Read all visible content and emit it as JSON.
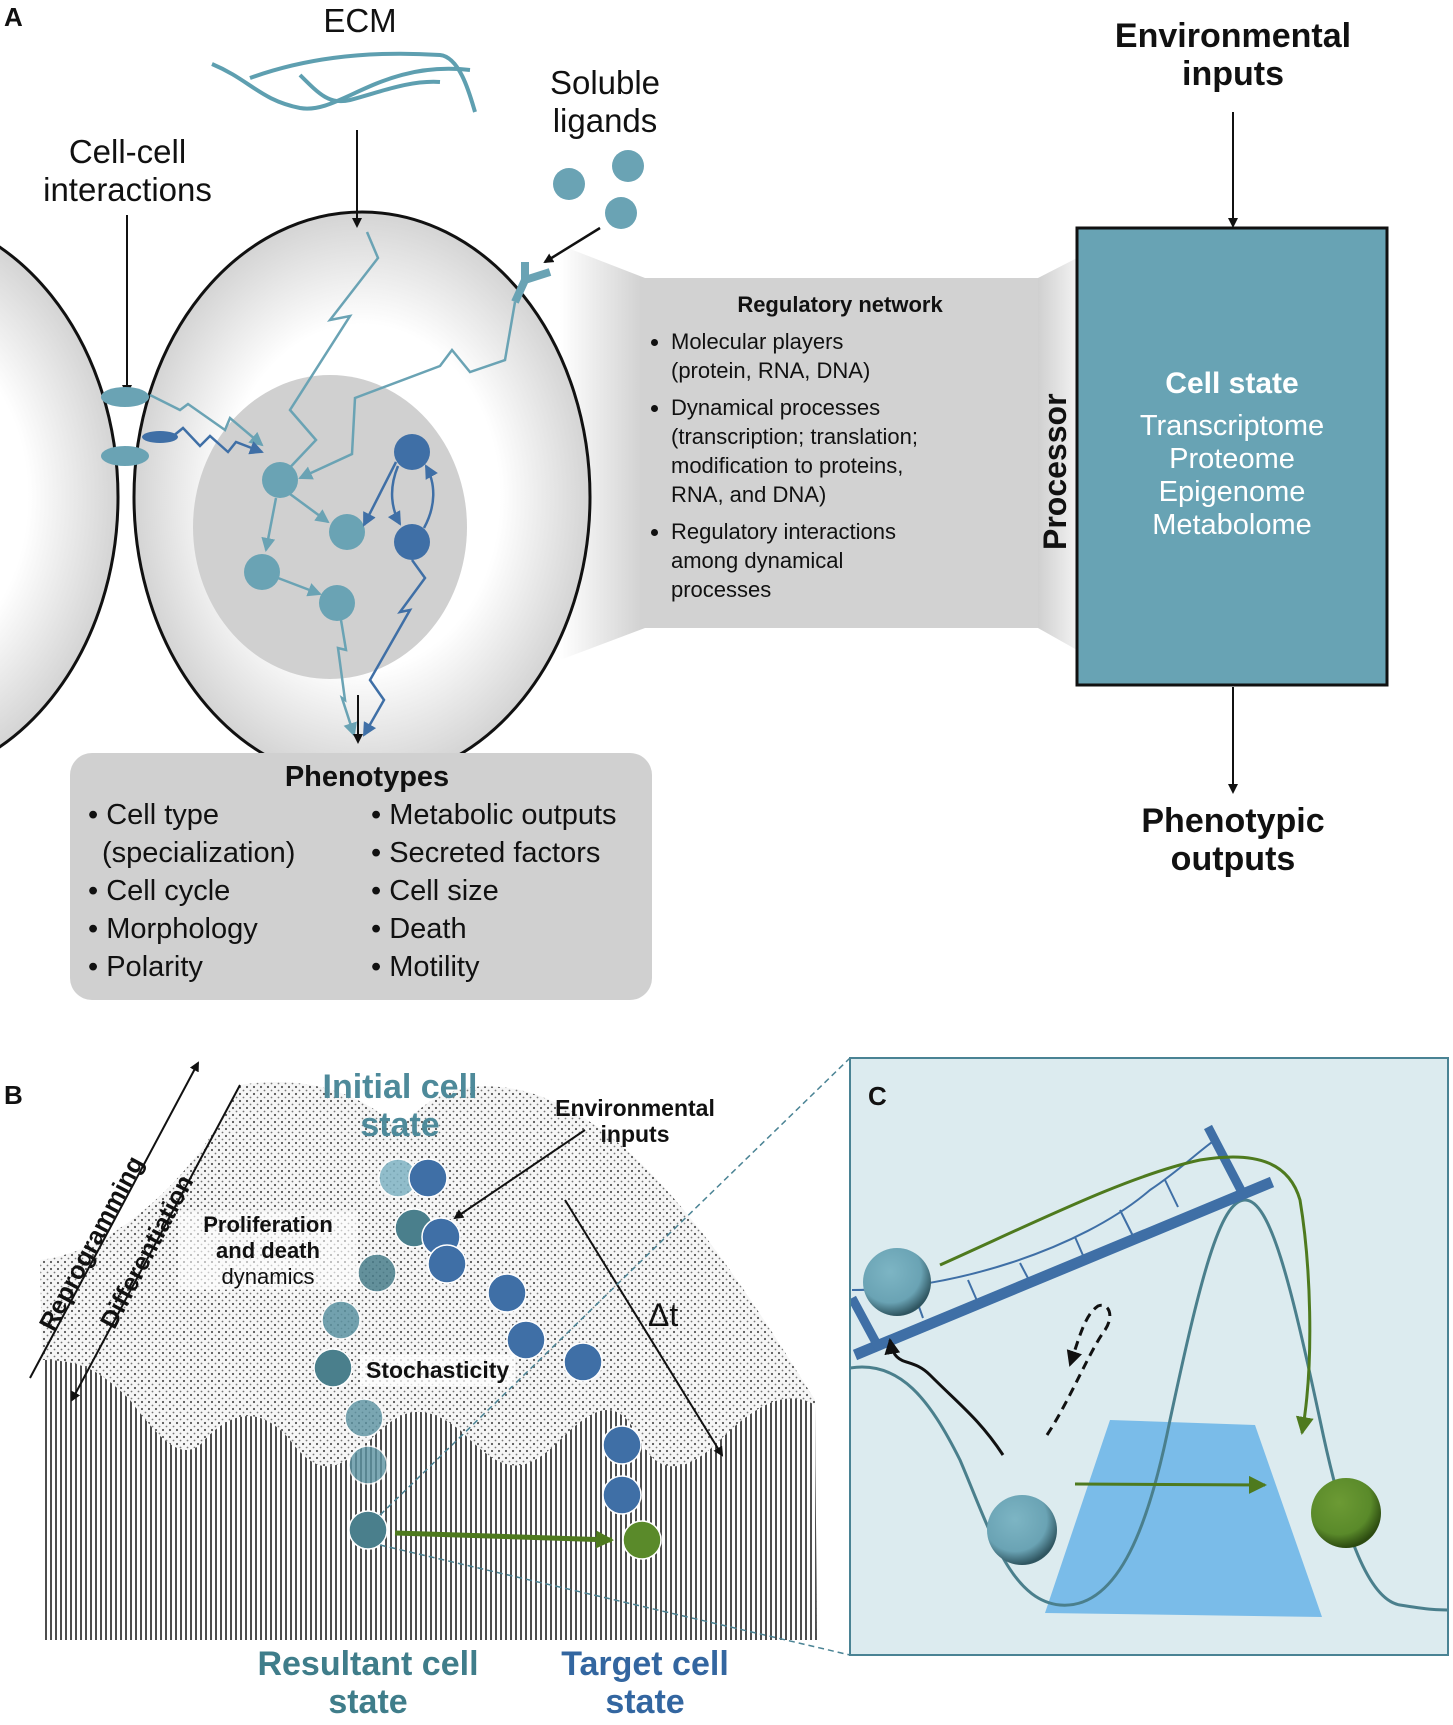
{
  "panel_a": {
    "letter": "A",
    "inputs": {
      "ecm": "ECM",
      "soluble_ligands": [
        "Soluble",
        "ligands"
      ],
      "cell_cell": [
        "Cell-cell",
        "interactions"
      ]
    },
    "regulatory_network": {
      "title": "Regulatory network",
      "items": [
        [
          "Molecular players",
          "(protein, RNA, DNA)"
        ],
        [
          "Dynamical processes",
          "(transcription; translation;",
          "modification to proteins,",
          "RNA, and DNA)"
        ],
        [
          "Regulatory interactions",
          "among dynamical",
          "processes"
        ]
      ]
    },
    "processor_label": "Processor",
    "environmental_inputs": [
      "Environmental",
      "inputs"
    ],
    "cell_state": {
      "title": "Cell state",
      "items": [
        "Transcriptome",
        "Proteome",
        "Epigenome",
        "Metabolome"
      ]
    },
    "phenotypic_outputs": [
      "Phenotypic",
      "outputs"
    ],
    "phenotypes": {
      "title": "Phenotypes",
      "left": [
        "Cell type (specialization)",
        "Cell cycle",
        "Morphology",
        "Polarity"
      ],
      "left_display": [
        [
          "Cell type",
          "(specialization)"
        ],
        [
          "Cell cycle"
        ],
        [
          "Morphology"
        ],
        [
          "Polarity"
        ]
      ],
      "right": [
        "Metabolic outputs",
        "Secreted factors",
        "Cell size",
        "Death",
        "Motility"
      ]
    }
  },
  "panel_b": {
    "letter": "B",
    "axis_labels": {
      "reprogramming": "Reprogramming",
      "differentiation": "Differentiation"
    },
    "initial_state": [
      "Initial cell",
      "state"
    ],
    "environmental_inputs": [
      "Environmental",
      "inputs"
    ],
    "proliferation": [
      "Proliferation",
      "and death",
      "dynamics"
    ],
    "stochasticity": "Stochasticity",
    "delta_t": "Δt",
    "resultant_state": [
      "Resultant cell",
      "state"
    ],
    "target_state": [
      "Target cell",
      "state"
    ]
  },
  "panel_c": {
    "letter": "C"
  },
  "colors": {
    "teal": "#6aa3b4",
    "teal_dark": "#4a7f8c",
    "blue": "#3f6fa6",
    "blue_dark": "#2f5f96",
    "green": "#4e7a1e",
    "green_ball": "#5a8a2a",
    "cell_state_box": "#68a3b4",
    "gray_box": "#d2d2d2",
    "panel_c_bg": "#dcebef",
    "panel_c_water": "#6fb7e8",
    "label_teal": "#3f7d8a",
    "label_blue": "#3366a0"
  }
}
